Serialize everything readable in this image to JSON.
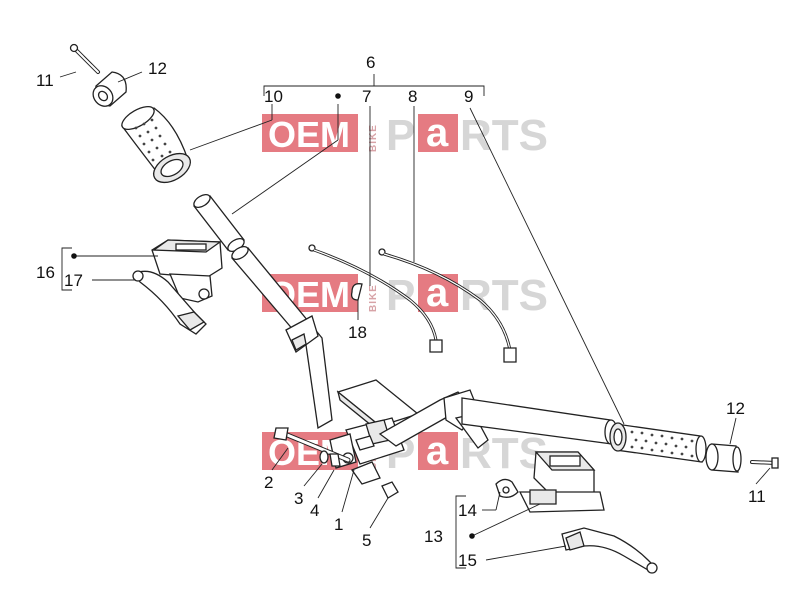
{
  "callouts": {
    "c1": "1",
    "c2": "2",
    "c3": "3",
    "c4": "4",
    "c5": "5",
    "c6": "6",
    "c7": "7",
    "c8": "8",
    "c9": "9",
    "c10": "10",
    "c11_top": "11",
    "c11_right": "11",
    "c12_top": "12",
    "c12_right": "12",
    "c13": "13",
    "c14": "14",
    "c15": "15",
    "c16": "16",
    "c17": "17",
    "c18": "18"
  },
  "watermark": {
    "oem": "OEM",
    "bike": "BIKE",
    "p": "P",
    "a": "a",
    "rts": "RTS"
  },
  "colors": {
    "watermark_red": "#e57b82",
    "watermark_grey": "#d6d6d6",
    "line": "#222222"
  }
}
